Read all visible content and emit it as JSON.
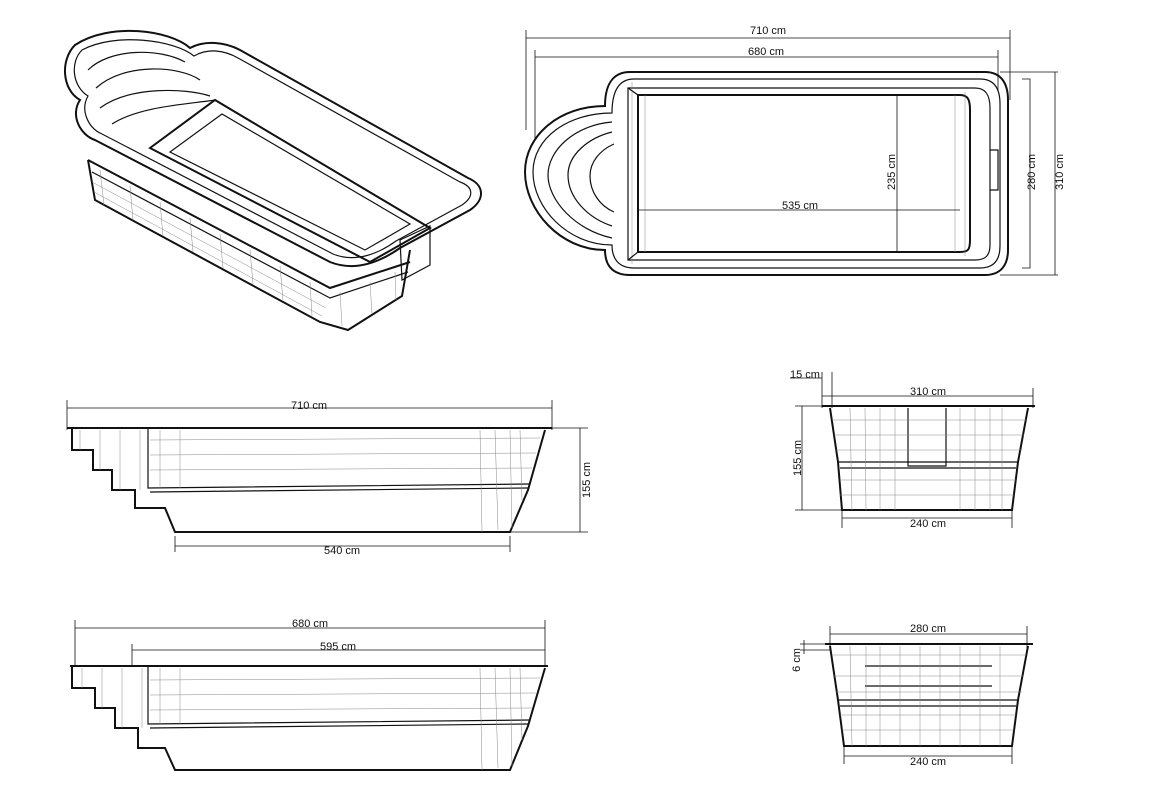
{
  "top_view": {
    "overall_length": "710 cm",
    "inner_length": "680 cm",
    "pool_length": "535 cm",
    "pool_width": "235 cm",
    "inner_width": "280 cm",
    "overall_width": "310 cm"
  },
  "side_view_1": {
    "length": "710 cm",
    "depth": "155 cm",
    "floor_length": "540 cm"
  },
  "side_view_2": {
    "length": "680 cm",
    "inner_length": "595 cm"
  },
  "end_view_1": {
    "rim": "15 cm",
    "width": "310 cm",
    "depth": "155 cm",
    "floor_width": "240 cm"
  },
  "end_view_2": {
    "width": "280 cm",
    "rim": "6 cm",
    "floor_width": "240 cm"
  }
}
